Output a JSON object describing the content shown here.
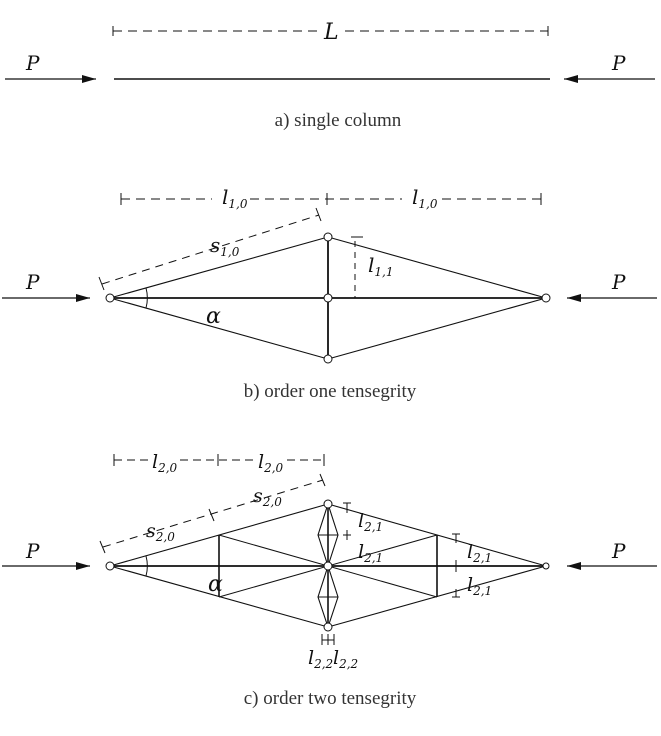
{
  "panel_a": {
    "caption": "a) single column",
    "length_label": "L",
    "load_label": "P"
  },
  "panel_b": {
    "caption": "b) order one tensegrity",
    "load_label": "P",
    "dim_l": "l",
    "dim_l_sub": "1,0",
    "dim_s": "s",
    "dim_s_sub": "1,0",
    "dim_l11": "l",
    "dim_l11_sub": "1,1",
    "angle_label": "α"
  },
  "panel_c": {
    "caption": "c) order two tensegrity",
    "load_label": "P",
    "dim_l": "l",
    "dim_l20_sub": "2,0",
    "dim_s": "s",
    "dim_s20_sub": "2,0",
    "dim_l21_sub": "2,1",
    "dim_l22_sub": "2,2",
    "angle_label": "α"
  },
  "colors": {
    "line": "#111111",
    "caption": "#333333"
  }
}
